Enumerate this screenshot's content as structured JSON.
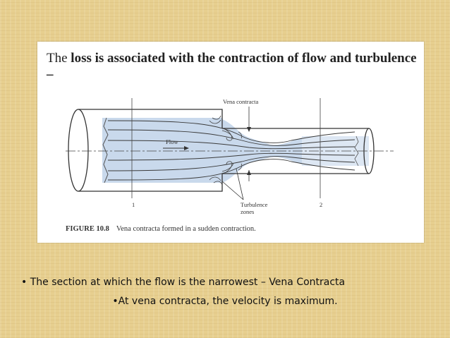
{
  "heading": {
    "lead": "The ",
    "bold": "loss is associated with the contraction of flow and turbulence",
    "dash": " –"
  },
  "figure": {
    "labels": {
      "vena_contracta": "Vena contracta",
      "flow": "Flow",
      "turbulence": "Turbulence",
      "zones": "zones",
      "section_1": "1",
      "section_2": "2"
    },
    "caption_number": "FIGURE 10.8",
    "caption_text": "Vena contracta formed in a sudden contraction."
  },
  "bullets": [
    "• The section at which the flow is the narrowest – Vena Contracta",
    "•At vena contracta, the velocity is maximum."
  ],
  "colors": {
    "background": "#e7cf8f",
    "pipe_fill": "#c9d9ec",
    "line": "#333333"
  }
}
